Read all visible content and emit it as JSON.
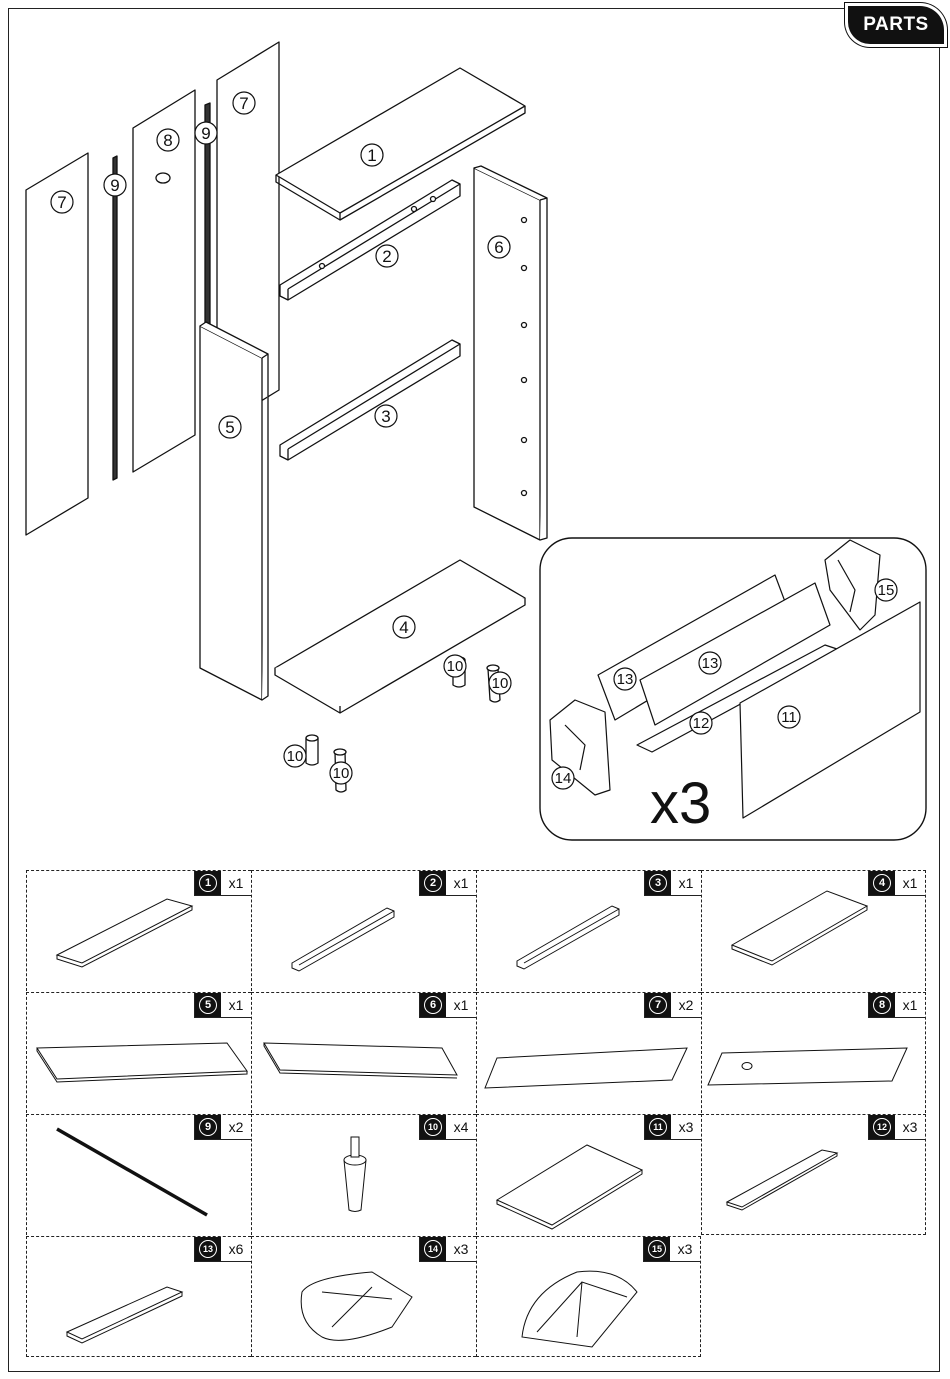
{
  "header": {
    "tab_label": "PARTS"
  },
  "assembly": {
    "callouts": [
      "1",
      "2",
      "3",
      "4",
      "5",
      "6",
      "7",
      "7",
      "8",
      "9",
      "9",
      "10",
      "10",
      "10",
      "10"
    ],
    "inset": {
      "callouts": [
        "11",
        "12",
        "13",
        "13",
        "14",
        "15"
      ],
      "multiplier": "x3"
    }
  },
  "parts_list": [
    {
      "number": "1",
      "quantity": "x1"
    },
    {
      "number": "2",
      "quantity": "x1"
    },
    {
      "number": "3",
      "quantity": "x1"
    },
    {
      "number": "4",
      "quantity": "x1"
    },
    {
      "number": "5",
      "quantity": "x1"
    },
    {
      "number": "6",
      "quantity": "x1"
    },
    {
      "number": "7",
      "quantity": "x2"
    },
    {
      "number": "8",
      "quantity": "x1"
    },
    {
      "number": "9",
      "quantity": "x2"
    },
    {
      "number": "10",
      "quantity": "x4"
    },
    {
      "number": "11",
      "quantity": "x3"
    },
    {
      "number": "12",
      "quantity": "x3"
    },
    {
      "number": "13",
      "quantity": "x6"
    },
    {
      "number": "14",
      "quantity": "x3"
    },
    {
      "number": "15",
      "quantity": "x3"
    }
  ],
  "colors": {
    "ink": "#111111",
    "paper": "#ffffff"
  }
}
